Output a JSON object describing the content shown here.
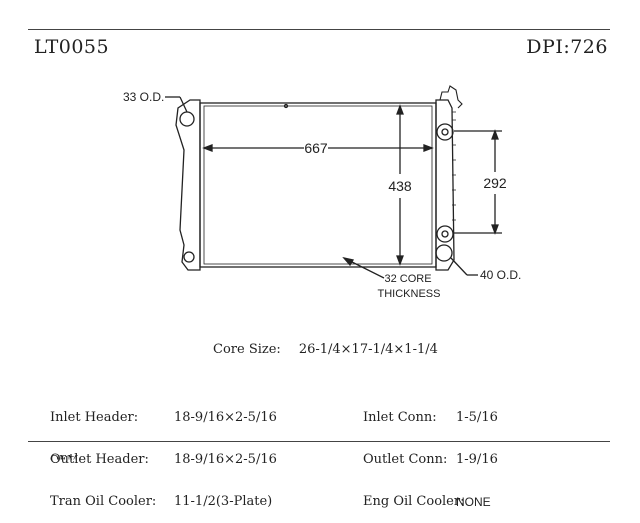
{
  "header": {
    "part_number": "LT0055",
    "dpi": "DPI:726"
  },
  "diagram": {
    "inlet_od": "33 O.D.",
    "outlet_od": "40 O.D.",
    "core_width": "667",
    "core_height": "438",
    "tube_spacing": "292",
    "core_thickness_line1": "32 CORE",
    "core_thickness_line2": "THICKNESS"
  },
  "specs": {
    "core_size_label": "Core Size:",
    "core_size_value": "26-1/4×17-1/4×1-1/4",
    "left": [
      {
        "label": "Inlet Header:",
        "value": "18-9/16×2-5/16"
      },
      {
        "label": "Outlet Header:",
        "value": "18-9/16×2-5/16"
      },
      {
        "label": "Tran Oil Cooler:",
        "value": "11-1/2(3-Plate)"
      }
    ],
    "right": [
      {
        "label": "Inlet Conn:",
        "value": "1-5/16"
      },
      {
        "label": "Outlet Conn:",
        "value": "1-9/16"
      },
      {
        "label": "Eng Oil Cooler:",
        "value": "NONE"
      }
    ]
  },
  "footer": {
    "oem_label": "OEM:"
  }
}
